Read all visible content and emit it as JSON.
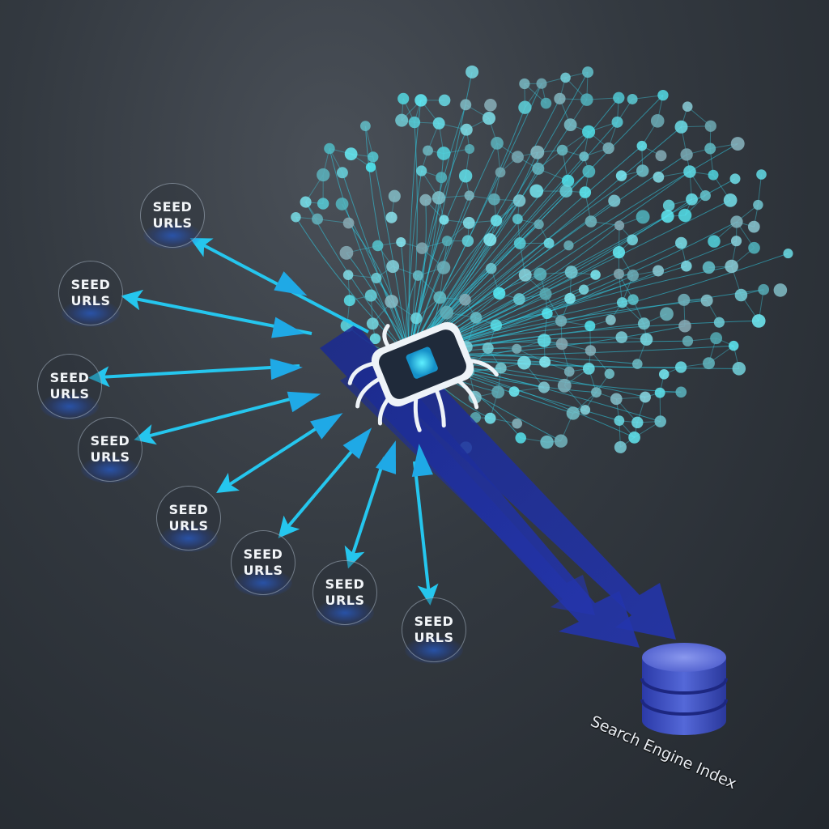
{
  "seed_label_line1": "SEED",
  "seed_label_line2": "URLS",
  "seed_nodes": [
    {
      "line1": "SEED",
      "line2": "URLS"
    },
    {
      "line1": "SEED",
      "line2": "URLS"
    },
    {
      "line1": "SEED",
      "line2": "URLS"
    },
    {
      "line1": "SEED",
      "line2": "URLS"
    },
    {
      "line1": "SEED",
      "line2": "URLS"
    },
    {
      "line1": "SEED",
      "line2": "URLS"
    },
    {
      "line1": "SEED",
      "line2": "URLS"
    },
    {
      "line1": "SEED",
      "line2": "URLS"
    }
  ],
  "index_label": "Search Engine Index",
  "icons": {
    "crawler": "crawler-bot-icon",
    "database": "database-icon"
  },
  "colors": {
    "background": "#2c3238",
    "link_cyan": "#25c6ee",
    "web_node": "#5fd0d8",
    "flow_blue": "#1f2f9a",
    "database": "#4a5cd0"
  }
}
